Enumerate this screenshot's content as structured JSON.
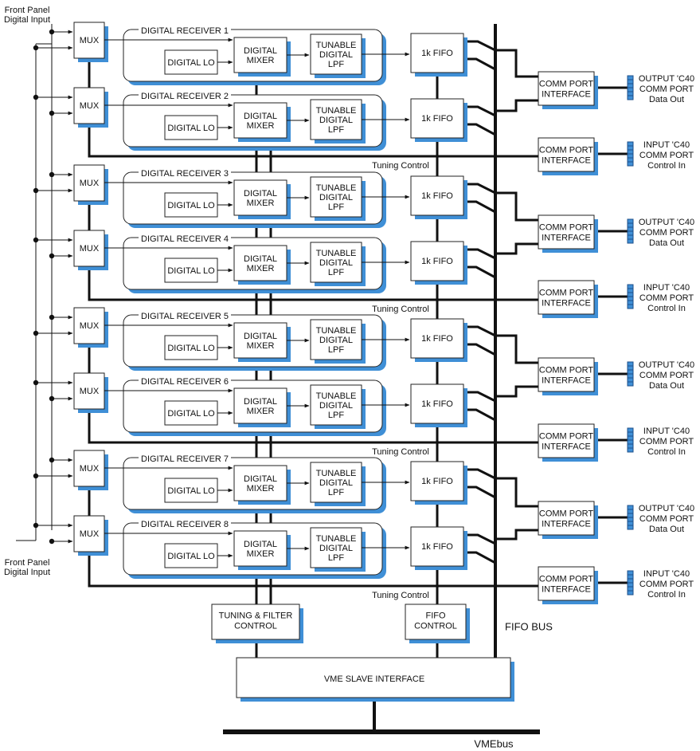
{
  "front_panel_label": [
    "Front Panel",
    "Digital Input"
  ],
  "mux_label": "MUX",
  "receiver_labels": [
    "DIGITAL RECEIVER 1",
    "DIGITAL RECEIVER 2",
    "DIGITAL RECEIVER 3",
    "DIGITAL RECEIVER 4",
    "DIGITAL RECEIVER 5",
    "DIGITAL RECEIVER 6",
    "DIGITAL RECEIVER 7",
    "DIGITAL RECEIVER 8"
  ],
  "lo_label": "DIGITAL LO",
  "mixer_label": [
    "DIGITAL",
    "MIXER"
  ],
  "lpf_label": [
    "TUNABLE",
    "DIGITAL",
    "LPF"
  ],
  "fifo_label": "1k FIFO",
  "comm_port_label": [
    "COMM PORT",
    "INTERFACE"
  ],
  "output_connector_label": [
    "OUTPUT 'C40",
    "COMM PORT",
    "Data Out"
  ],
  "input_connector_label": [
    "INPUT 'C40",
    "COMM PORT",
    "Control In"
  ],
  "tuning_control_label": "Tuning Control",
  "tuning_filter_control_label": [
    "TUNING & FILTER",
    "CONTROL"
  ],
  "fifo_control_label": [
    "FIFO",
    "CONTROL"
  ],
  "fifo_bus_label": "FIFO BUS",
  "vme_slave_label": "VME SLAVE INTERFACE",
  "vmebus_label": "VMEbus",
  "colors": {
    "shadow": "#3f8fd6",
    "line": "#111111",
    "box_border": "#222222"
  }
}
